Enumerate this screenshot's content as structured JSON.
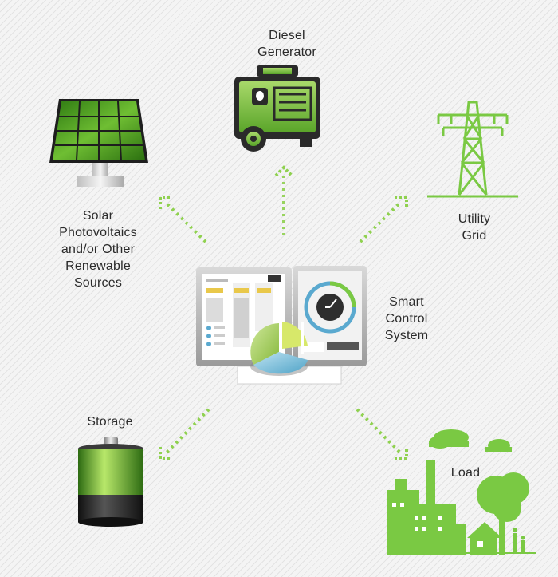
{
  "nodes": {
    "diesel": {
      "label_line1": "Diesel",
      "label_line2": "Generator"
    },
    "solar": {
      "label_line1": "Solar",
      "label_line2": "Photovoltaics",
      "label_line3": "and/or Other",
      "label_line4": "Renewable",
      "label_line5": "Sources"
    },
    "grid": {
      "label_line1": "Utility",
      "label_line2": "Grid"
    },
    "control": {
      "label_line1": "Smart",
      "label_line2": "Control",
      "label_line3": "System"
    },
    "storage": {
      "label_line1": "Storage"
    },
    "load": {
      "label_line1": "Load"
    }
  },
  "colors": {
    "accent_green": "#7ac943",
    "light_green": "#a8d86a",
    "dark_green": "#2d6b12",
    "arrow_green": "#8fd14f"
  }
}
